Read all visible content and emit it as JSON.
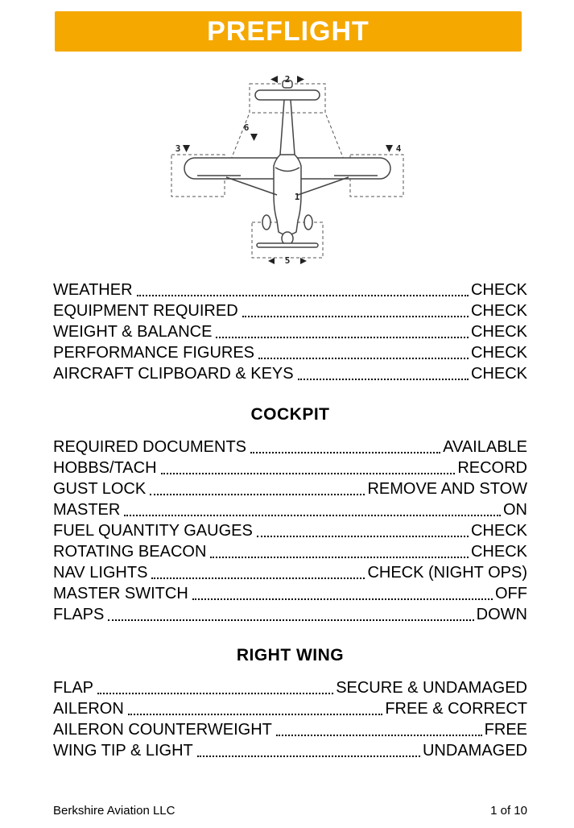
{
  "header": {
    "title": "PREFLIGHT",
    "bg_color": "#F5A800"
  },
  "diagram": {
    "name": "aircraft-walkaround-top-view",
    "points": [
      "1",
      "2",
      "3",
      "4",
      "5",
      "6"
    ]
  },
  "sections": [
    {
      "title": "",
      "items": [
        {
          "label": "WEATHER",
          "value": "CHECK"
        },
        {
          "label": "EQUIPMENT REQUIRED",
          "value": "CHECK"
        },
        {
          "label": "WEIGHT & BALANCE",
          "value": "CHECK"
        },
        {
          "label": "PERFORMANCE FIGURES",
          "value": "CHECK"
        },
        {
          "label": "AIRCRAFT CLIPBOARD & KEYS",
          "value": "CHECK"
        }
      ]
    },
    {
      "title": "COCKPIT",
      "items": [
        {
          "label": "REQUIRED DOCUMENTS",
          "value": "AVAILABLE"
        },
        {
          "label": "HOBBS/TACH",
          "value": "RECORD"
        },
        {
          "label": "GUST LOCK",
          "value": "REMOVE AND STOW"
        },
        {
          "label": "MASTER",
          "value": "ON"
        },
        {
          "label": "FUEL QUANTITY GAUGES",
          "value": "CHECK"
        },
        {
          "label": "ROTATING BEACON",
          "value": "CHECK"
        },
        {
          "label": "NAV LIGHTS",
          "value": "CHECK (NIGHT OPS)"
        },
        {
          "label": "MASTER SWITCH",
          "value": "OFF"
        },
        {
          "label": "FLAPS",
          "value": "DOWN"
        }
      ]
    },
    {
      "title": "RIGHT WING",
      "items": [
        {
          "label": "FLAP",
          "value": "SECURE & UNDAMAGED"
        },
        {
          "label": "AILERON",
          "value": "FREE & CORRECT"
        },
        {
          "label": "AILERON COUNTERWEIGHT",
          "value": "FREE"
        },
        {
          "label": "WING TIP & LIGHT",
          "value": "UNDAMAGED"
        }
      ]
    }
  ],
  "footer": {
    "left": "Berkshire Aviation LLC",
    "right": "1 of 10"
  }
}
